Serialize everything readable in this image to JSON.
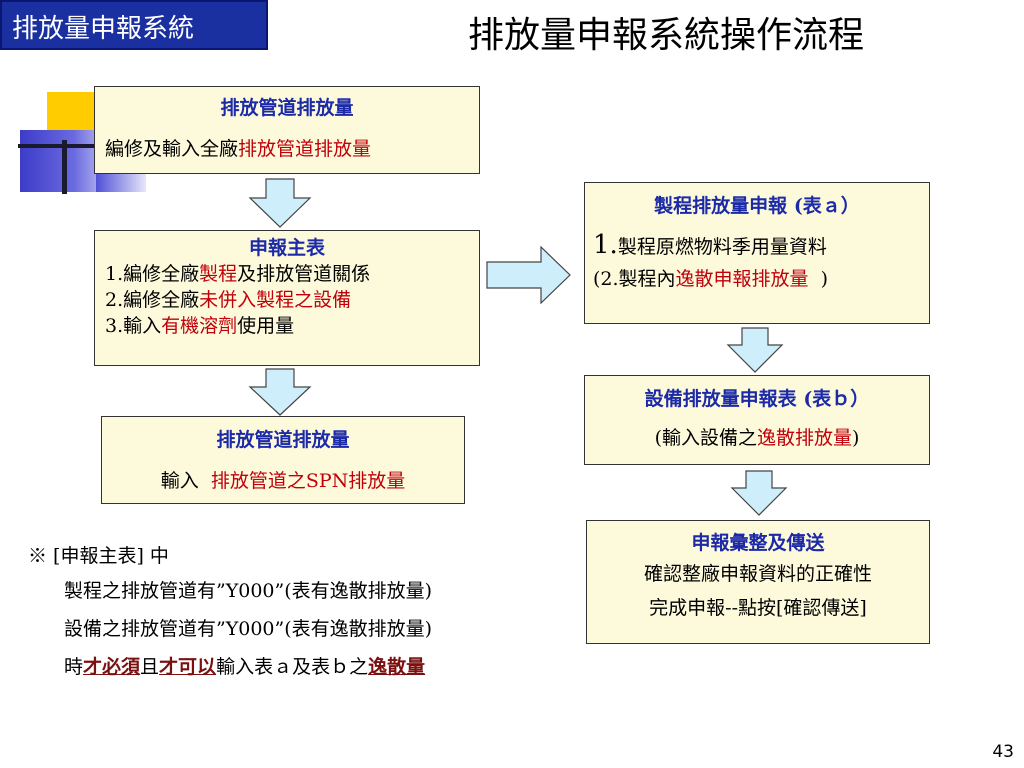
{
  "header": {
    "tag": "排放量申報系統",
    "title": "排放量申報系統操作流程"
  },
  "box_pipe_top": {
    "heading": "排放管道排放量",
    "line1_prefix": "編修及輸入全廠",
    "line1_red": "排放管道排放量"
  },
  "box_main": {
    "heading": "申報主表",
    "l1_a": "1.編修全廠",
    "l1_red": "製程",
    "l1_b": "及排放管道關係",
    "l2_a": "2.編修全廠",
    "l2_red": "未併入製程之設備",
    "l3_a": "3.輸入",
    "l3_red": "有機溶劑",
    "l3_b": "使用量"
  },
  "box_pipe_bottom": {
    "heading": "排放管道排放量",
    "line_a": "輸入  ",
    "line_red": "排放管道之SPN排放量"
  },
  "box_process": {
    "heading": "製程排放量申報",
    "heading_suffix": "(表ａ）",
    "l1_num": "1.",
    "l1_text": "製程原燃物料季用量資料",
    "l2_a": "(2.製程內",
    "l2_red": "逸散申報排放量",
    "l2_b": "  )"
  },
  "box_equipment": {
    "heading": "設備排放量申報表",
    "heading_suffix": "(表ｂ）",
    "l1_a": "(輸入設備之",
    "l1_red": "逸散排放量",
    "l1_b": ")"
  },
  "box_submit": {
    "heading": "申報彙整及傳送",
    "l1": "確認整廠申報資料的正確性",
    "l2": "完成申報--點按[確認傳送]"
  },
  "note": {
    "l1": "※ [申報主表] 中",
    "l2": "製程之排放管道有”Y000”(表有逸散排放量)",
    "l3": "設備之排放管道有”Y000”(表有逸散排放量)",
    "l4_a": "時",
    "l4_e1": "才必須",
    "l4_b": "且",
    "l4_e2": "才可以",
    "l4_c": "輸入表ａ及表ｂ之",
    "l4_e3": "逸散量"
  },
  "page_number": "43",
  "colors": {
    "heading_blue": "#1c2aa8",
    "highlight_red": "#c0000a",
    "box_fill": "#fdfadc",
    "arrow_fill": "#cdeefa",
    "tag_bg": "#1a2fa0"
  }
}
